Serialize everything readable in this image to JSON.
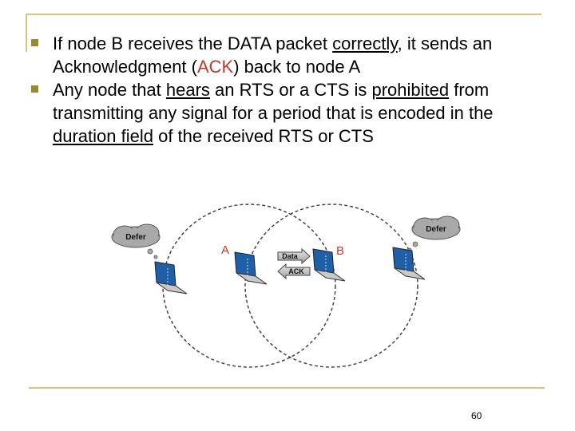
{
  "slide": {
    "bullets": [
      {
        "pre": "If node B receives the DATA packet ",
        "underline": "correctly",
        "mid": ", it sends an Acknowledgment (",
        "red": "ACK",
        "post": ") back to node A"
      },
      {
        "p1": "Any node that ",
        "u1": "hears",
        "p2": " an RTS or a CTS is ",
        "u2": "prohibited",
        "p3": " from transmitting any signal for a period that is encoded in the ",
        "u3": "duration field",
        "p4": " of the received RTS or CTS"
      }
    ],
    "page_number": "60"
  },
  "diagram": {
    "node_a_label": "A",
    "node_b_label": "B",
    "data_label": "Data",
    "ack_label": "ACK",
    "left_cloud_label": "Defer",
    "right_cloud_label": "Defer"
  },
  "colors": {
    "accent": "#9a8a2e",
    "frame": "#d8c57a",
    "label_red": "#c0392b",
    "screen_blue": "#1f5fa8"
  }
}
